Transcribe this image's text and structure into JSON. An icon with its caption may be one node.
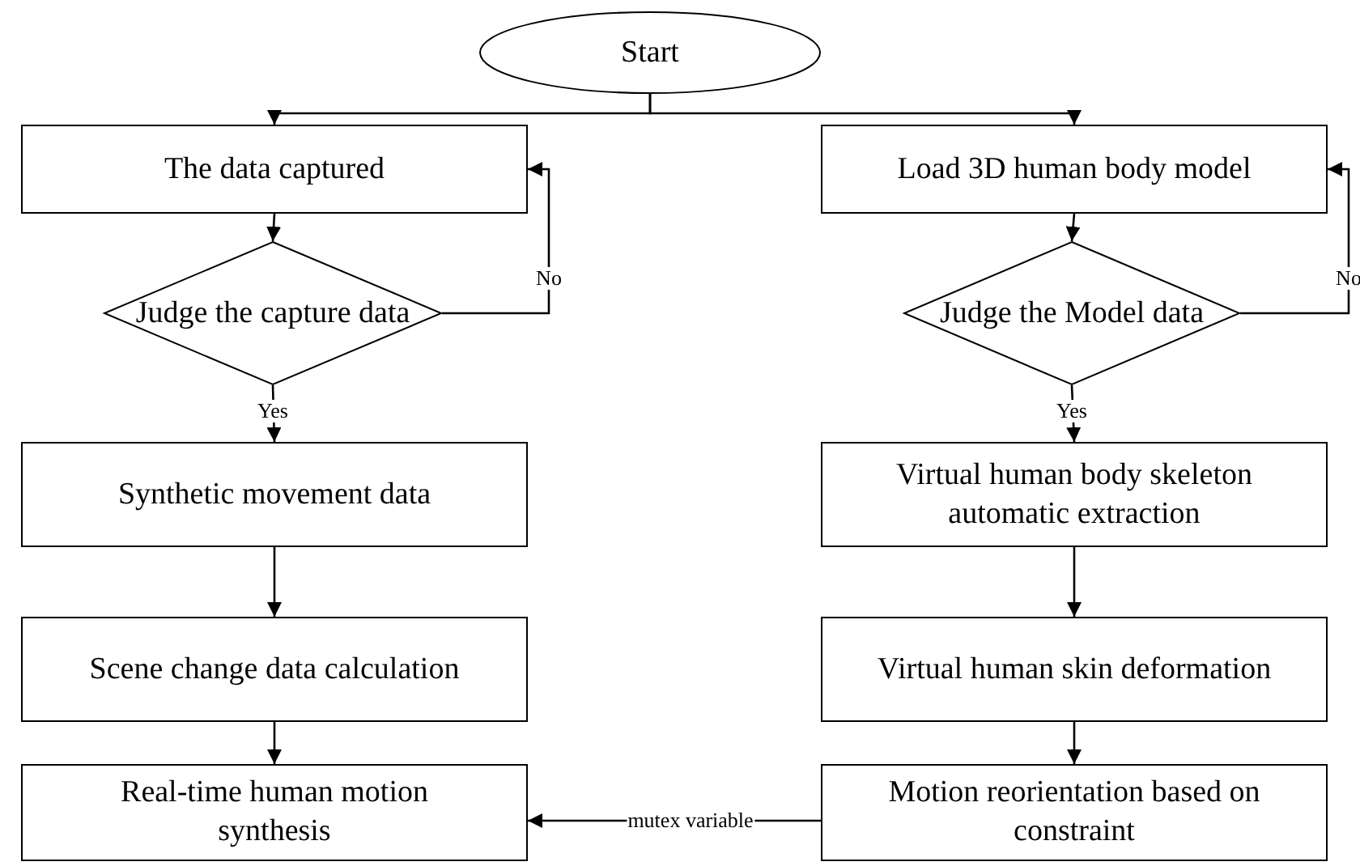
{
  "diagram": {
    "nodes": [
      {
        "text": [
          "Start"
        ]
      },
      {
        "text": [
          "The data captured"
        ]
      },
      {
        "text": [
          "Judge the  capture data"
        ]
      },
      {
        "text": [
          "Synthetic movement data"
        ]
      },
      {
        "text": [
          "Scene change data calculation"
        ]
      },
      {
        "text": [
          "Real-time human motion synthesis"
        ]
      },
      {
        "text": [
          "Load 3D human body model"
        ]
      },
      {
        "text": [
          "Judge the  Model data"
        ]
      },
      {
        "text": [
          "Virtual human body skeleton automatic extraction"
        ]
      },
      {
        "text": [
          "Virtual human skin deformation"
        ]
      },
      {
        "text": [
          "Motion reorientation based on constraint"
        ]
      }
    ],
    "edges": [
      {
        "from": 0,
        "to": 1,
        "arrow": "to"
      },
      {
        "from": 0,
        "to": 6,
        "arrow": "to"
      },
      {
        "from": 1,
        "to": 2,
        "arrow": "to"
      },
      {
        "from": 2,
        "to": 3,
        "arrow": "to",
        "label": "Yes"
      },
      {
        "from": 2,
        "to": 1,
        "arrow": "to",
        "label": "No"
      },
      {
        "from": 3,
        "to": 4,
        "arrow": "to"
      },
      {
        "from": 4,
        "to": 5,
        "arrow": "to"
      },
      {
        "from": 6,
        "to": 7,
        "arrow": "to"
      },
      {
        "from": 7,
        "to": 8,
        "arrow": "to",
        "label": "Yes"
      },
      {
        "from": 7,
        "to": 6,
        "arrow": "to",
        "label": "No"
      },
      {
        "from": 8,
        "to": 9,
        "arrow": "to"
      },
      {
        "from": 9,
        "to": 10,
        "arrow": "to"
      },
      {
        "from": 10,
        "to": 5,
        "arrow": "to",
        "label": "mutex variable"
      }
    ]
  }
}
